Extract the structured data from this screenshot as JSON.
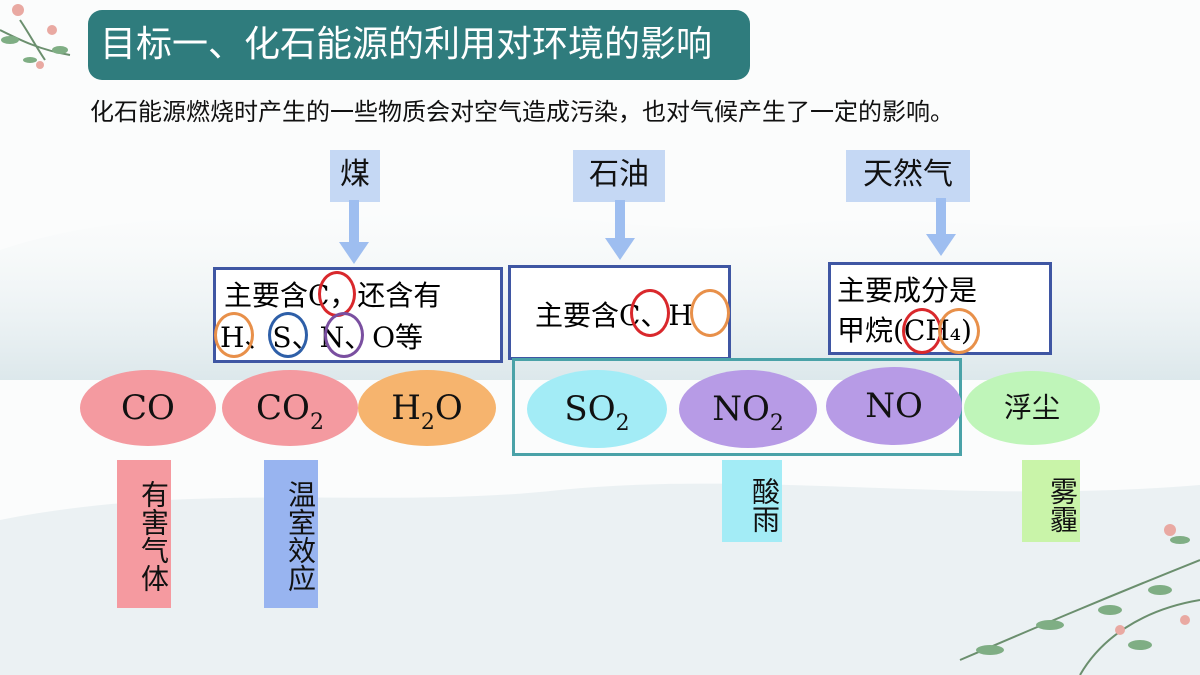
{
  "title": "目标一、化石能源的利用对环境的影响",
  "intro": "化石能源燃烧时产生的一些物质会对空气造成污染，也对气候产生了一定的影响。",
  "sources": [
    {
      "label": "煤",
      "info_lines": [
        "主要含C，还含有",
        "H、S、N、O等"
      ]
    },
    {
      "label": "石油",
      "info_lines": [
        "主要含C、H"
      ]
    },
    {
      "label": "天然气",
      "info_lines": [
        "主要成分是",
        "甲烷(CH₄)"
      ]
    }
  ],
  "products": [
    {
      "main": "CO",
      "sub": "",
      "color": "#f49aa0"
    },
    {
      "main": "CO",
      "sub": "2",
      "color": "#f49aa0"
    },
    {
      "main": "H",
      "sub": "2",
      "tail": "O",
      "color": "#f6b46e"
    },
    {
      "main": "SO",
      "sub": "2",
      "color": "#a3ecf6"
    },
    {
      "main": "NO",
      "sub": "2",
      "color": "#b79be6"
    },
    {
      "main": "NO",
      "sub": "",
      "color": "#b79be6"
    },
    {
      "main": "浮尘",
      "sub": "",
      "color": "#bff5b9"
    }
  ],
  "effects": [
    {
      "label": "有害气体",
      "color": "#f59aa0"
    },
    {
      "label": "温室效应",
      "color": "#98b4f0"
    },
    {
      "label": "酸雨",
      "color": "#a3ecf6"
    },
    {
      "label": "雾霾",
      "color": "#c9f4a9"
    }
  ],
  "colors": {
    "title_bg": "#2f7c7d",
    "box_border": "#3f56a3",
    "group_border": "#4aa2a8",
    "circle_red": "#d9282c",
    "circle_orange": "#e8904a",
    "circle_blue": "#2e5fa8",
    "circle_purple": "#7a4fa0"
  }
}
